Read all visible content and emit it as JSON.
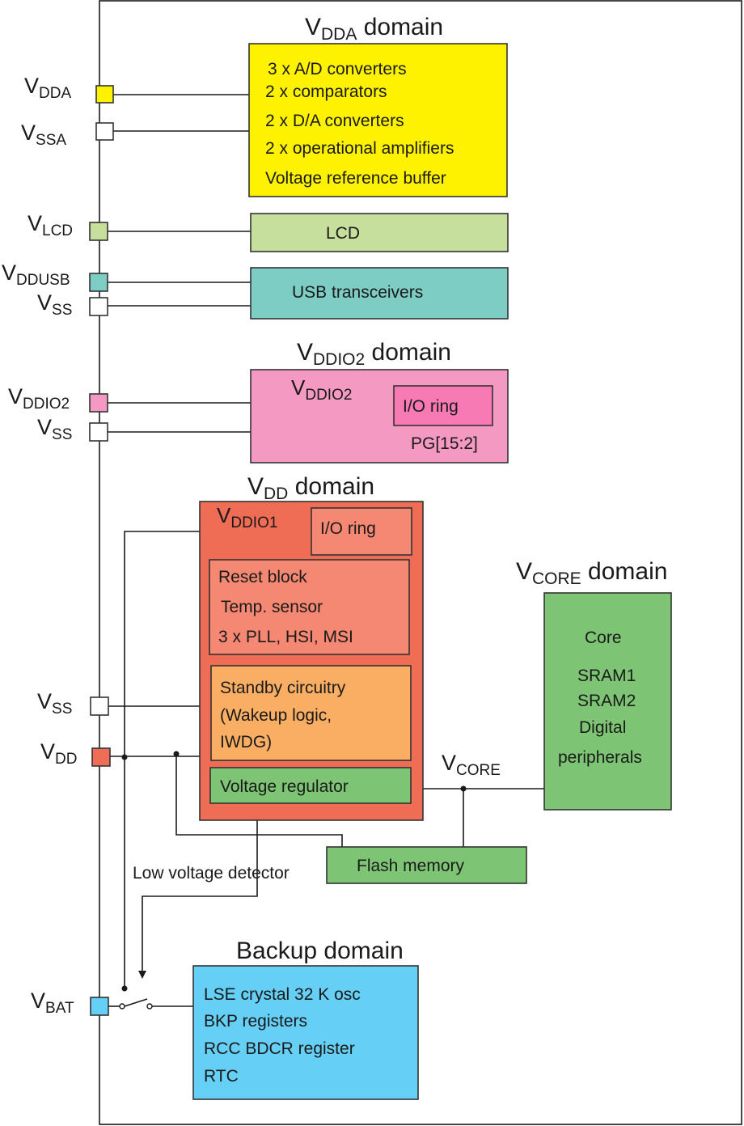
{
  "colors": {
    "vdda": "#FEF200",
    "lcd": "#C6DF9C",
    "usb": "#7DCDC5",
    "vddio2_domain": "#F49AC2",
    "vddio2_ioring": "#F77AB4",
    "vdd_domain": "#EF6C55",
    "vdd_inner": "#F48872",
    "standby": "#F9AE63",
    "green": "#7DC574",
    "backup": "#66CFF5",
    "pin_vss": "#FFFFFF"
  },
  "pins": {
    "vdda": {
      "main": "V",
      "sub": "DDA"
    },
    "vssa": {
      "main": "V",
      "sub": "SSA"
    },
    "vlcd": {
      "main": "V",
      "sub": "LCD"
    },
    "vddusb": {
      "main": "V",
      "sub": "DDUSB"
    },
    "vss1": {
      "main": "V",
      "sub": "SS"
    },
    "vddio2": {
      "main": "V",
      "sub": "DDIO2"
    },
    "vss2": {
      "main": "V",
      "sub": "SS"
    },
    "vss3": {
      "main": "V",
      "sub": "SS"
    },
    "vdd": {
      "main": "V",
      "sub": "DD"
    },
    "vbat": {
      "main": "V",
      "sub": "BAT"
    }
  },
  "vdda_domain": {
    "title_main": "V",
    "title_sub": "DDA",
    "title_rest": " domain",
    "items": [
      "3 x A/D converters",
      "2 x comparators",
      "2 x D/A converters",
      "2 x operational amplifiers",
      "Voltage reference buffer"
    ]
  },
  "lcd_block": {
    "label": "LCD"
  },
  "usb_block": {
    "label": "USB transceivers"
  },
  "vddio2_domain": {
    "title_main": "V",
    "title_sub": "DDIO2",
    "title_rest": " domain",
    "inner_main": "V",
    "inner_sub": "DDIO2",
    "io_ring": "I/O ring",
    "pins_label": "PG[15:2]"
  },
  "vdd_domain": {
    "title_main": "V",
    "title_sub": "DD",
    "title_rest": " domain",
    "inner_main": "V",
    "inner_sub": "DDIO1",
    "io_ring": "I/O ring",
    "reset_items": [
      "Reset block",
      "Temp. sensor",
      "3 x PLL, HSI, MSI"
    ],
    "standby_items": [
      "Standby circuitry",
      "(Wakeup logic,",
      "IWDG)"
    ],
    "regulator": "Voltage regulator"
  },
  "vcore_domain": {
    "title_main": "V",
    "title_sub": "CORE",
    "title_rest": " domain",
    "items": [
      "Core",
      "SRAM1",
      "SRAM2",
      "Digital",
      "peripherals"
    ]
  },
  "vcore_net": {
    "main": "V",
    "sub": "CORE"
  },
  "flash": {
    "label": "Flash memory"
  },
  "lvd": {
    "label": "Low voltage detector"
  },
  "backup_domain": {
    "title": "Backup domain",
    "items": [
      "LSE crystal 32 K osc",
      "BKP registers",
      "RCC BDCR register",
      "RTC"
    ]
  }
}
